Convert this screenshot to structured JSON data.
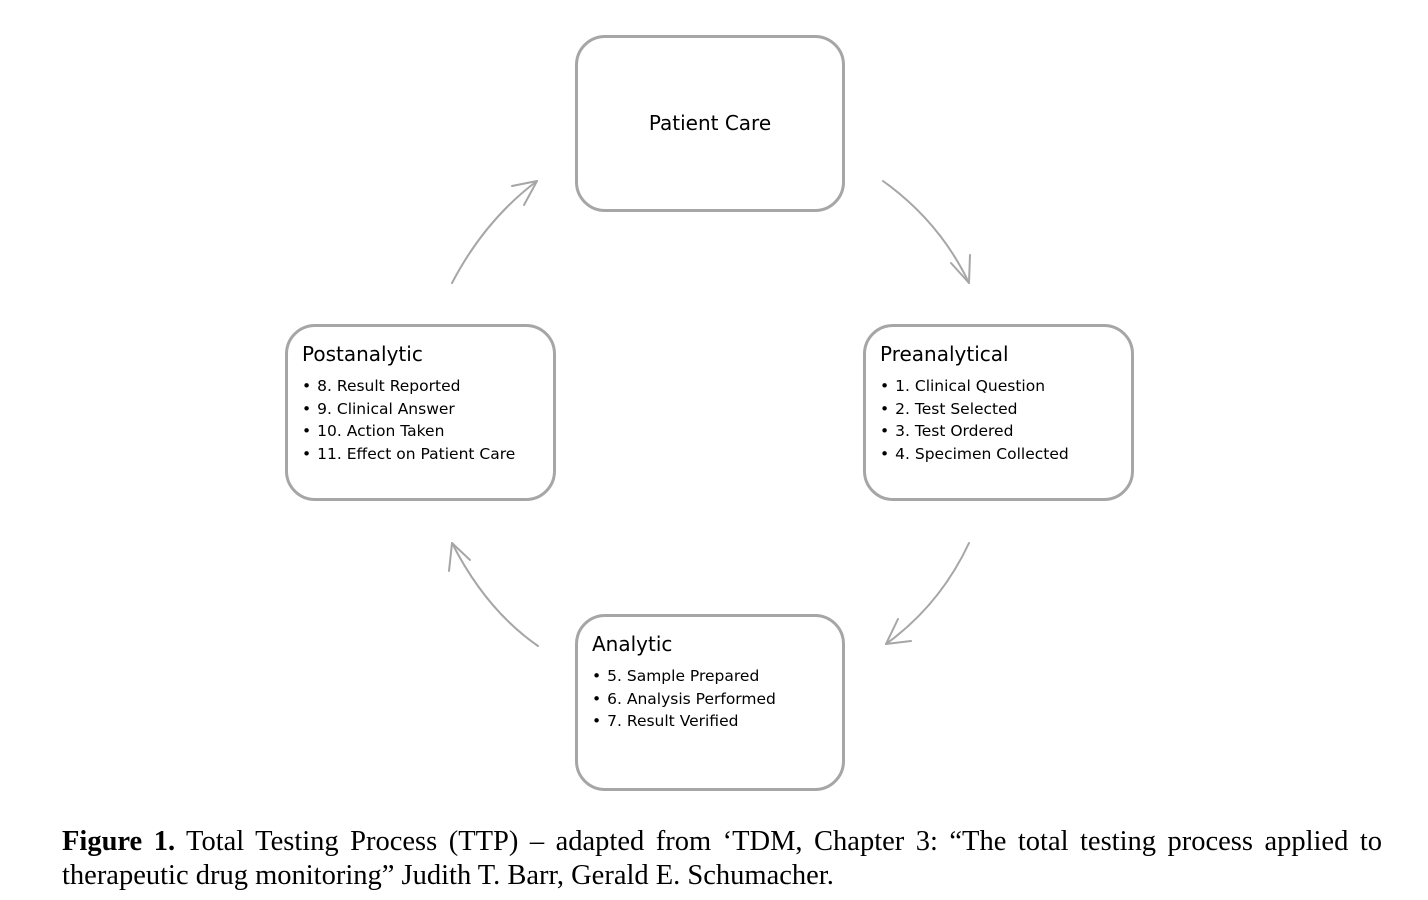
{
  "diagram": {
    "nodes": [
      {
        "id": "patient-care",
        "title": "Patient Care",
        "items": []
      },
      {
        "id": "preanalytical",
        "title": "Preanalytical",
        "items": [
          "1. Clinical Question",
          "2. Test Selected",
          "3. Test Ordered",
          "4. Specimen Collected"
        ]
      },
      {
        "id": "analytic",
        "title": "Analytic",
        "items": [
          "5. Sample Prepared",
          "6. Analysis Performed",
          "7. Result Verified"
        ]
      },
      {
        "id": "postanalytic",
        "title": "Postanalytic",
        "items": [
          "8. Result Reported",
          "9. Clinical Answer",
          "10. Action Taken",
          "11. Effect on Patient Care"
        ]
      }
    ],
    "edges": [
      {
        "from": "patient-care",
        "to": "preanalytical"
      },
      {
        "from": "preanalytical",
        "to": "analytic"
      },
      {
        "from": "analytic",
        "to": "postanalytic"
      },
      {
        "from": "postanalytic",
        "to": "patient-care"
      }
    ],
    "colors": {
      "node_border": "#a6a6a6",
      "arrow": "#a6a6a6",
      "text": "#000000"
    }
  },
  "caption": {
    "label": "Figure 1.",
    "text": " Total Testing Process (TTP) – adapted from ‘TDM, Chapter 3: “The total testing process applied to therapeutic drug monitoring” Judith T. Barr, Gerald E. Schumacher."
  }
}
